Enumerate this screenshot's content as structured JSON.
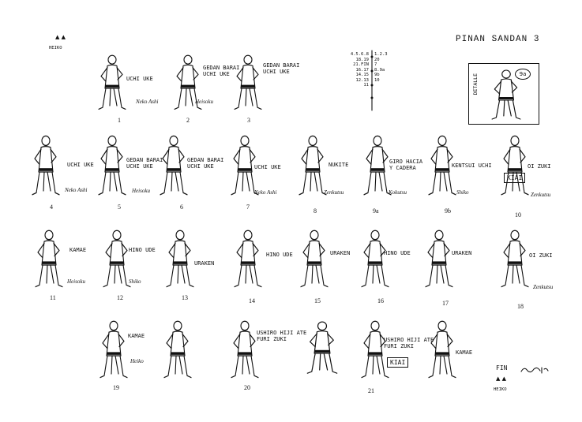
{
  "header": {
    "title": "PINAN SANDAN  3",
    "top_left_label": "HEIKO"
  },
  "diagram": {
    "left_col": "4.5.6.8\n18.19\n21.FIN\n16.17\n14.15\n12.13\n11",
    "right_col": "1.2.3\n20\n7\n8.9a\n9b\n10"
  },
  "detail": {
    "label": "DETALLE",
    "badge": "9a"
  },
  "row1": [
    {
      "num": "1",
      "tech": "UCHI UKE",
      "stance": "Neko Ashi"
    },
    {
      "num": "2",
      "tech": "GEDAN BARAI\nUCHI UKE",
      "stance": "Heisoku"
    },
    {
      "num": "3",
      "tech": "GEDAN BARAI\nUCHI UKE",
      "stance": ""
    }
  ],
  "row2": [
    {
      "num": "4",
      "tech": "UCHI UKE",
      "stance": "Neko Ashi"
    },
    {
      "num": "5",
      "tech": "GEDAN BARAI\nUCHI UKE",
      "stance": "Heisoku"
    },
    {
      "num": "6",
      "tech": "GEDAN BARAI\nUCHI UKE",
      "stance": ""
    },
    {
      "num": "7",
      "tech": "UCHI UKE",
      "stance": "Neko Ashi"
    },
    {
      "num": "8",
      "tech": "NUKITE",
      "stance": "Zenkutsu"
    },
    {
      "num": "9a",
      "tech": "GIRO HACIA\nY CADERA",
      "stance": "Kokutsu"
    },
    {
      "num": "9b",
      "tech": "KENTSUI UCHI",
      "stance": "Shiko"
    },
    {
      "num": "10",
      "tech": "OI ZUKI",
      "stance": "Zenkutsu",
      "kiai": "KIAI"
    }
  ],
  "row3": [
    {
      "num": "11",
      "tech": "KAMAE",
      "stance": "Heisoku"
    },
    {
      "num": "12",
      "tech": "HINO UDE",
      "stance": "Shiko"
    },
    {
      "num": "13",
      "tech": "URAKEN",
      "stance": ""
    },
    {
      "num": "14",
      "tech": "HINO UDE",
      "stance": ""
    },
    {
      "num": "15",
      "tech": "URAKEN",
      "stance": ""
    },
    {
      "num": "16",
      "tech": "HINO UDE",
      "stance": ""
    },
    {
      "num": "17",
      "tech": "URAKEN",
      "stance": ""
    },
    {
      "num": "18",
      "tech": "OI ZUKI",
      "stance": "Zenkutsu"
    }
  ],
  "row4": [
    {
      "num": "19",
      "tech": "KAMAE",
      "stance": "Heiko"
    },
    {
      "num": "20",
      "tech": "USHIRO HIJI ATE\nFURI ZUKI",
      "stance": ""
    },
    {
      "num": "21",
      "tech": "USHIRO HIJI ATE\nFURI ZUKI",
      "stance": "",
      "kiai": "KIAI"
    },
    {
      "num": "",
      "tech": "KAMAE",
      "stance": ""
    }
  ],
  "footer": {
    "fin": "FIN",
    "heiko": "HEIKO"
  }
}
